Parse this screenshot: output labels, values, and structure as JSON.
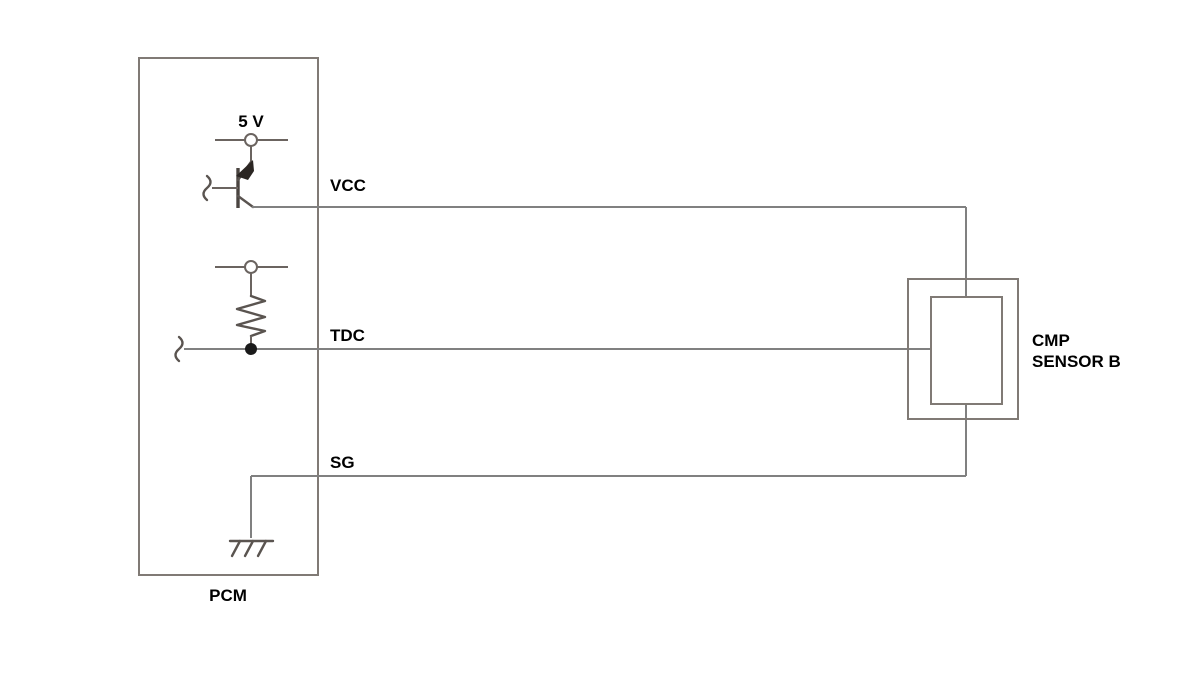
{
  "diagram": {
    "title": "CMP Sensor B Circuit Diagram",
    "type": "automotive-wiring-schematic",
    "background_color": "#ffffff",
    "wire_color": "#808080",
    "outline_color": "#807a75",
    "text_color": "#000000"
  },
  "modules": {
    "pcm": {
      "label": "PCM",
      "description": "Powertrain Control Module enclosure"
    },
    "sensor": {
      "label_line1": "CMP",
      "label_line2": "SENSOR B",
      "description": "Camshaft position sensor B, nested double rectangle"
    }
  },
  "supply": {
    "label": "5 V",
    "description": "Five volt regulated supply rail node"
  },
  "signals": [
    {
      "name": "VCC",
      "label": "VCC",
      "description": "Sensor supply voltage line driven by transistor emitter"
    },
    {
      "name": "TDC",
      "label": "TDC",
      "description": "Top dead centre signal line with pull-up resistor"
    },
    {
      "name": "SG",
      "label": "SG",
      "description": "Signal ground return line tied to chassis ground"
    }
  ],
  "components": [
    {
      "name": "transistor",
      "type": "pnp-transistor",
      "signal": "VCC"
    },
    {
      "name": "resistor",
      "type": "pull-up-resistor",
      "signal": "TDC"
    },
    {
      "name": "ground",
      "type": "chassis-ground",
      "signal": "SG"
    }
  ]
}
